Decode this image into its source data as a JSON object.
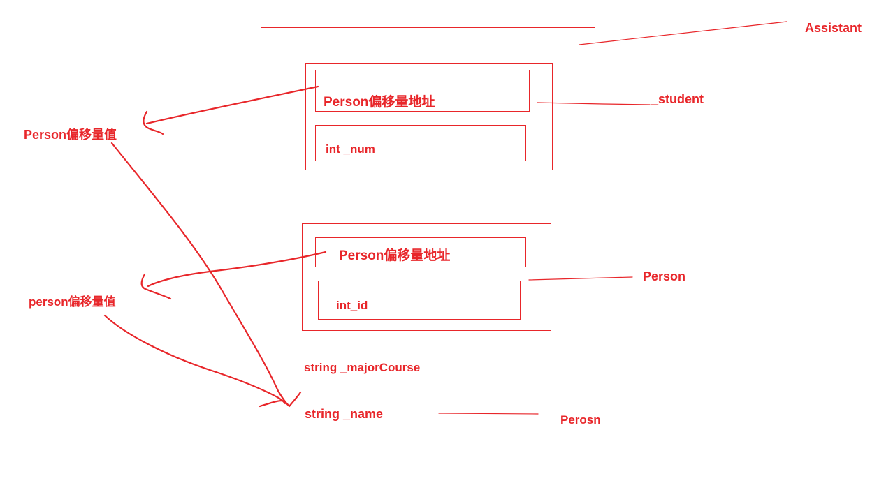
{
  "diagram": {
    "boxes": {
      "assistant": "",
      "student": "",
      "person": ""
    },
    "labels": {
      "assistant": "Assistant",
      "student": "_student",
      "person": "Person",
      "perosn": "Perosn",
      "student_vbptr": "Person偏移量地址",
      "student_num": "int _num",
      "person_vbptr": "Person偏移量地址",
      "person_id": "int_id",
      "major_course": "string _majorCourse",
      "name": "string _name",
      "offset_value_upper": "Person偏移量值",
      "offset_value_lower": "person偏移量值"
    },
    "colors": {
      "ink": "#e8262a",
      "background": "#ffffff"
    }
  }
}
